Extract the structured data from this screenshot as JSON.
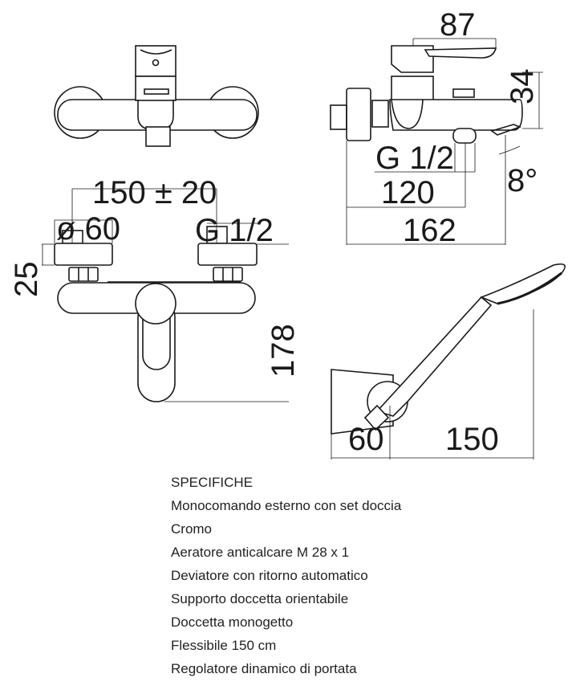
{
  "drawing": {
    "top_view": {},
    "front_view": {
      "center_distance": "150 ± 20",
      "rosette_diameter": "ø 60",
      "connection": "G 1/2",
      "rosette_depth": "25",
      "height": "178"
    },
    "side_view": {
      "lever_length": "87",
      "body_height": "34",
      "outlet_thread": "G 1/2",
      "angle": "8°",
      "outlet_distance": "120",
      "total_depth": "162"
    },
    "shower_view": {
      "bracket_depth": "60",
      "handshower_reach": "150"
    }
  },
  "specs": {
    "title": "SPECIFICHE",
    "items": [
      "Monocomando esterno con set doccia",
      "Cromo",
      "Aeratore anticalcare M 28 x 1",
      "Deviatore con ritorno automatico",
      "Supporto doccetta orientabile",
      "Doccetta monogetto",
      "Flessibile 150 cm",
      "Regolatore dinamico di portata"
    ]
  }
}
